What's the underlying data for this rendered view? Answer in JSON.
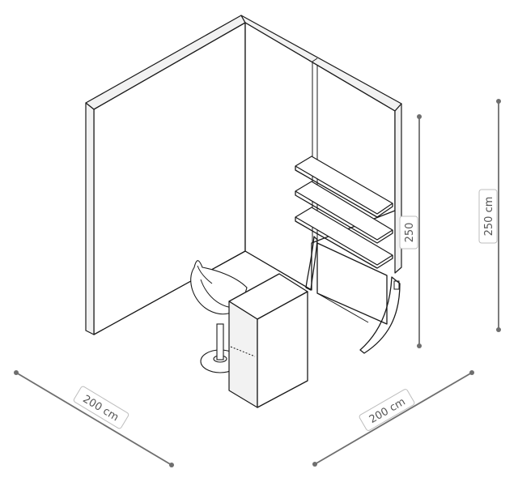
{
  "dimensions": {
    "width_left": "200 cm",
    "width_right": "200 cm",
    "height_outer": "250 cm",
    "height_inner": "250"
  },
  "colors": {
    "line": "#1a1a1a",
    "dimension": "#6e6e6e",
    "label_text": "#555555"
  }
}
